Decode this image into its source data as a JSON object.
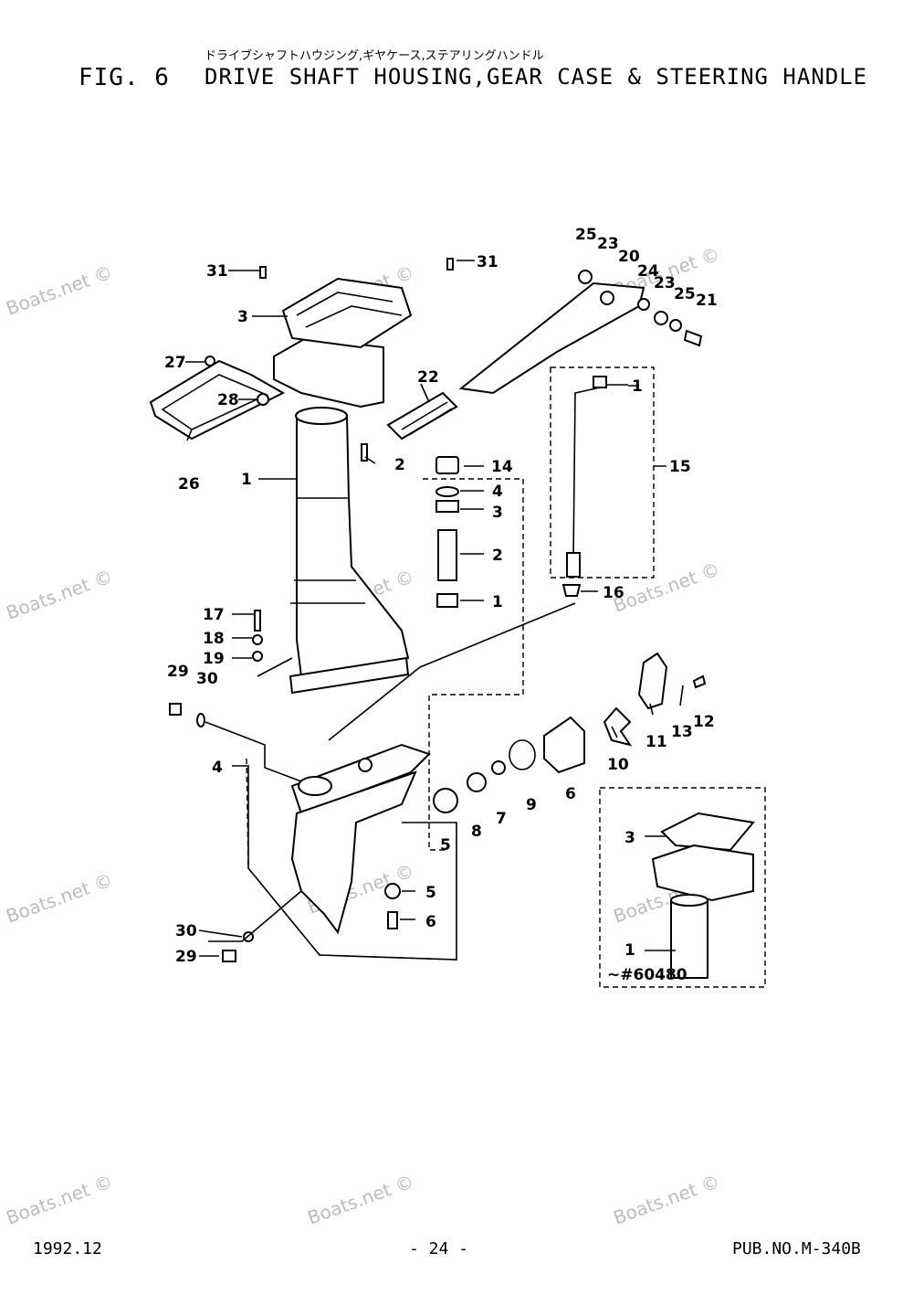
{
  "header": {
    "japanese_title": "ドライブシャフトハウジング,ギヤケース,ステアリングハンドル",
    "fig_label": "FIG. 6",
    "title": "DRIVE SHAFT HOUSING,GEAR CASE & STEERING HANDLE"
  },
  "footer": {
    "date": "1992.12",
    "page": "- 24 -",
    "pub_no": "PUB.NO.M-340B"
  },
  "watermark": "Boats.net ©",
  "inset_note": "~#60480",
  "callouts": {
    "c31a": "31",
    "c31b": "31",
    "c3": "3",
    "c27": "27",
    "c28": "28",
    "c26": "26",
    "c1": "1",
    "c2": "2",
    "c22": "22",
    "c25a": "25",
    "c23a": "23",
    "c20": "20",
    "c24": "24",
    "c23b": "23",
    "c25b": "25",
    "c21": "21",
    "c15_1": "1",
    "c15": "15",
    "c16": "16",
    "c14": "14",
    "c4s": "4",
    "c3s": "3",
    "c2s": "2",
    "c1s": "1",
    "c17": "17",
    "c18": "18",
    "c19": "19",
    "c29a": "29",
    "c30a": "30",
    "c4": "4",
    "c5a": "5",
    "c8": "8",
    "c7": "7",
    "c9": "9",
    "c6a": "6",
    "c10": "10",
    "c11": "11",
    "c13": "13",
    "c12": "12",
    "c5b": "5",
    "c6b": "6",
    "c30b": "30",
    "c29b": "29",
    "ci3": "3",
    "ci1": "1"
  }
}
